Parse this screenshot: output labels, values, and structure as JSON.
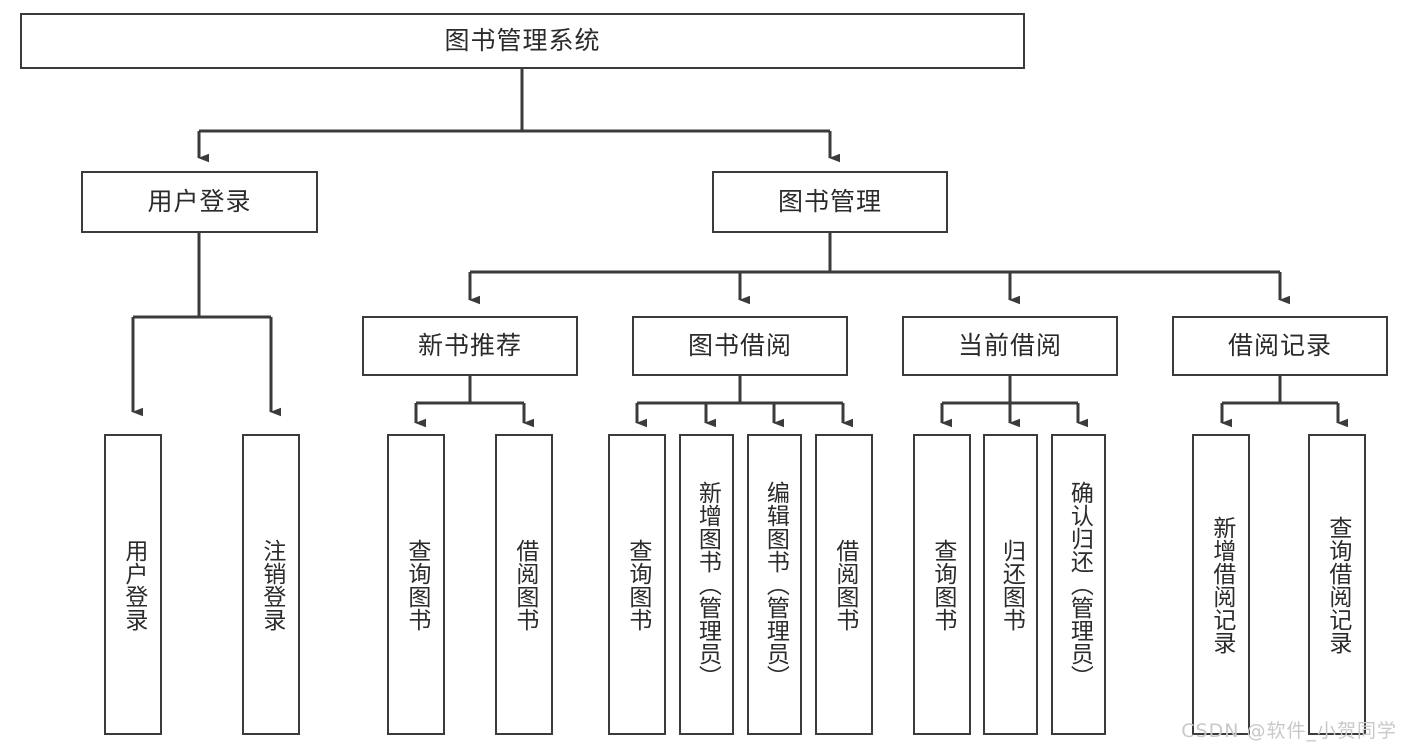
{
  "diagram": {
    "type": "tree-hierarchy",
    "title": "图书管理系统",
    "root": {
      "label": "图书管理系统"
    },
    "level2": [
      {
        "id": "user-login",
        "label": "用户登录"
      },
      {
        "id": "book-management",
        "label": "图书管理"
      }
    ],
    "level3": [
      {
        "id": "new-book-recommend",
        "label": "新书推荐",
        "parent": "book-management"
      },
      {
        "id": "book-borrow",
        "label": "图书借阅",
        "parent": "book-management"
      },
      {
        "id": "current-borrow",
        "label": "当前借阅",
        "parent": "book-management"
      },
      {
        "id": "borrow-record",
        "label": "借阅记录",
        "parent": "book-management"
      }
    ],
    "leaves": [
      {
        "id": "leaf-user-login",
        "label": "用户登录",
        "parent": "user-login"
      },
      {
        "id": "leaf-logout",
        "label": "注销登录",
        "parent": "user-login"
      },
      {
        "id": "leaf-query-book-1",
        "label": "查询图书",
        "parent": "new-book-recommend"
      },
      {
        "id": "leaf-borrow-book-1",
        "label": "借阅图书",
        "parent": "new-book-recommend"
      },
      {
        "id": "leaf-query-book-2",
        "label": "查询图书",
        "parent": "book-borrow"
      },
      {
        "id": "leaf-add-book",
        "label": "新增图书（管理员）",
        "parent": "book-borrow"
      },
      {
        "id": "leaf-edit-book",
        "label": "编辑图书（管理员）",
        "parent": "book-borrow"
      },
      {
        "id": "leaf-borrow-book-2",
        "label": "借阅图书",
        "parent": "book-borrow"
      },
      {
        "id": "leaf-query-book-3",
        "label": "查询图书",
        "parent": "current-borrow"
      },
      {
        "id": "leaf-return-book",
        "label": "归还图书",
        "parent": "current-borrow"
      },
      {
        "id": "leaf-confirm-return",
        "label": "确认归还（管理员）",
        "parent": "current-borrow"
      },
      {
        "id": "leaf-add-record",
        "label": "新增借阅记录",
        "parent": "borrow-record"
      },
      {
        "id": "leaf-query-record",
        "label": "查询借阅记录",
        "parent": "borrow-record"
      }
    ],
    "colors": {
      "box_border": "#3b3b3b",
      "box_fill": "#ffffff",
      "text": "#2b2b2b",
      "connector": "#3b3b3b",
      "watermark": "#c9c9c9",
      "background": "#ffffff"
    },
    "watermark": "CSDN @软件_小贺同学"
  }
}
